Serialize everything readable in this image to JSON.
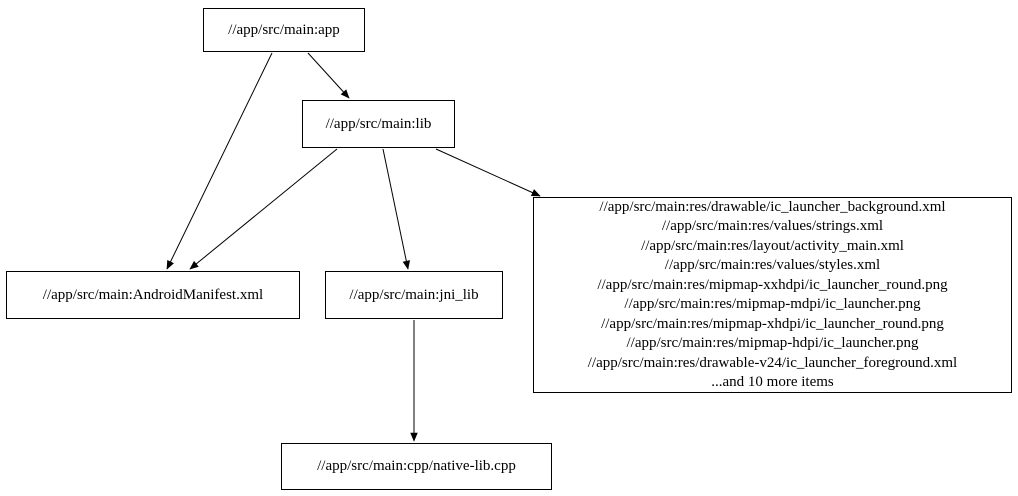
{
  "diagram": {
    "type": "dependency-graph",
    "background_color": "#ffffff",
    "node_fill_color": "#ffffff",
    "node_border_color": "#000000",
    "edge_color": "#000000",
    "text_color": "#000000"
  },
  "nodes": {
    "app": {
      "label": "//app/src/main:app"
    },
    "lib": {
      "label": "//app/src/main:lib"
    },
    "android_manifest": {
      "label": "//app/src/main:AndroidManifest.xml"
    },
    "jni_lib": {
      "label": "//app/src/main:jni_lib"
    },
    "cpp_native_lib": {
      "label": "//app/src/main:cpp/native-lib.cpp"
    },
    "resources": {
      "lines": [
        "//app/src/main:res/drawable/ic_launcher_background.xml",
        "//app/src/main:res/values/strings.xml",
        "//app/src/main:res/layout/activity_main.xml",
        "//app/src/main:res/values/styles.xml",
        "//app/src/main:res/mipmap-xxhdpi/ic_launcher_round.png",
        "//app/src/main:res/mipmap-mdpi/ic_launcher.png",
        "//app/src/main:res/mipmap-xhdpi/ic_launcher_round.png",
        "//app/src/main:res/mipmap-hdpi/ic_launcher.png",
        "//app/src/main:res/drawable-v24/ic_launcher_foreground.xml",
        "...and 10 more items"
      ]
    }
  },
  "edges": [
    {
      "from": "app",
      "to": "lib"
    },
    {
      "from": "app",
      "to": "android_manifest"
    },
    {
      "from": "lib",
      "to": "android_manifest"
    },
    {
      "from": "lib",
      "to": "jni_lib"
    },
    {
      "from": "lib",
      "to": "resources"
    },
    {
      "from": "jni_lib",
      "to": "cpp_native_lib"
    }
  ]
}
